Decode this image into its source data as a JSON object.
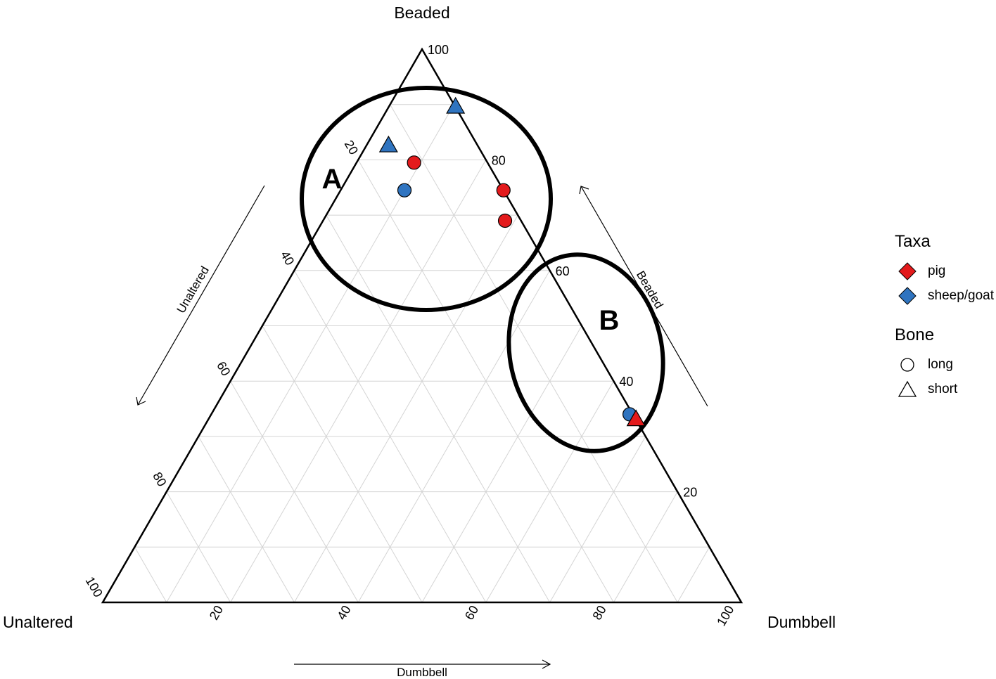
{
  "chart_data": {
    "type": "scatter",
    "subtype": "ternary",
    "axes": {
      "top": {
        "label": "Beaded",
        "arrow_label": "Beaded",
        "ticks": [
          20,
          40,
          60,
          80,
          100
        ]
      },
      "left": {
        "label": "Unaltered",
        "arrow_label": "Unaltered",
        "ticks": [
          20,
          40,
          60,
          80,
          100
        ]
      },
      "right": {
        "label": "Dumbbell",
        "arrow_label": "Dumbbell",
        "ticks": [
          20,
          40,
          60,
          80,
          100
        ]
      }
    },
    "grid": true,
    "grid_step": 10,
    "points": [
      {
        "taxa": "sheep/goat",
        "bone": "short",
        "beaded": 89.5,
        "unaltered": 0,
        "dumbbell": 10.5
      },
      {
        "taxa": "sheep/goat",
        "bone": "short",
        "beaded": 82.5,
        "unaltered": 14,
        "dumbbell": 3.5
      },
      {
        "taxa": "pig",
        "bone": "long",
        "beaded": 79.5,
        "unaltered": 11.5,
        "dumbbell": 9
      },
      {
        "taxa": "sheep/goat",
        "bone": "long",
        "beaded": 74.5,
        "unaltered": 15.5,
        "dumbbell": 10
      },
      {
        "taxa": "pig",
        "bone": "long",
        "beaded": 74.5,
        "unaltered": 0,
        "dumbbell": 25.5
      },
      {
        "taxa": "pig",
        "bone": "long",
        "beaded": 69,
        "unaltered": 2.5,
        "dumbbell": 28.5
      },
      {
        "taxa": "sheep/goat",
        "bone": "long",
        "beaded": 34,
        "unaltered": 0.5,
        "dumbbell": 65.5
      },
      {
        "taxa": "pig",
        "bone": "short",
        "beaded": 33,
        "unaltered": 0,
        "dumbbell": 67
      }
    ],
    "annotations": [
      {
        "label": "A",
        "group": "upper cluster"
      },
      {
        "label": "B",
        "group": "lower right cluster"
      }
    ],
    "legend": {
      "placement": "right",
      "groups": [
        {
          "title": "Taxa",
          "items": [
            {
              "label": "pig",
              "shape": "diamond",
              "color": "#e31a1c"
            },
            {
              "label": "sheep/goat",
              "shape": "diamond",
              "color": "#2f74c0"
            }
          ]
        },
        {
          "title": "Bone",
          "items": [
            {
              "label": "long",
              "shape": "circle",
              "color": "#ffffff"
            },
            {
              "label": "short",
              "shape": "triangle",
              "color": "#ffffff"
            }
          ]
        }
      ]
    },
    "colors": {
      "pig": "#e31a1c",
      "sheep/goat": "#2f74c0"
    }
  }
}
